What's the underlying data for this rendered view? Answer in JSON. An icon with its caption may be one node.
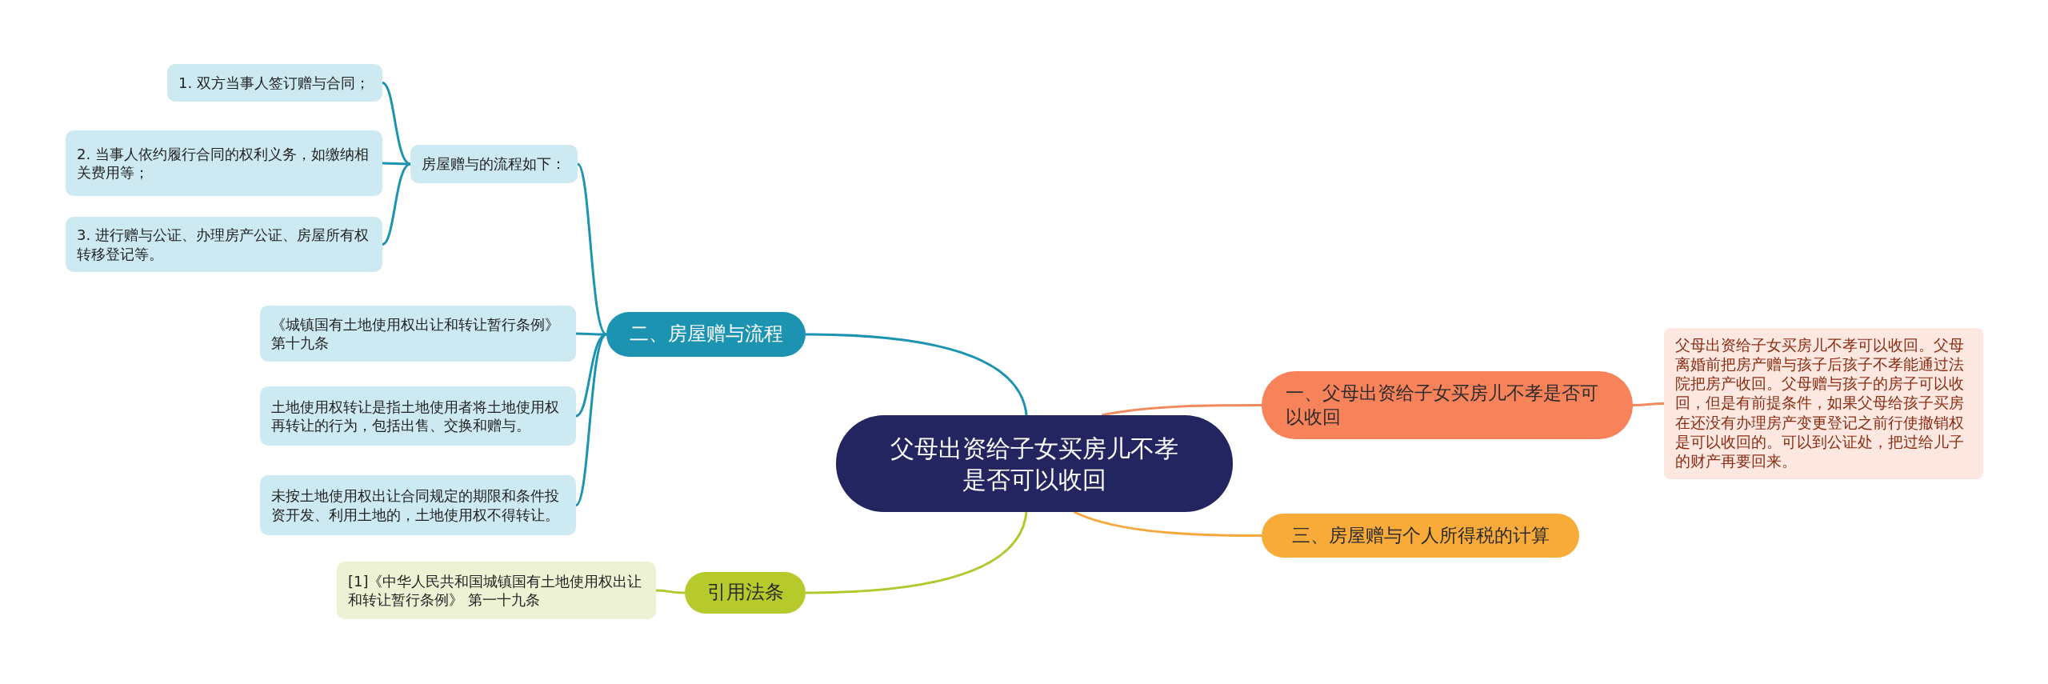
{
  "diagram": {
    "nodes": [
      {
        "text": [
          "父母出资给子女买房儿不孝是否可以收回"
        ]
      },
      {
        "text": [
          "一、父母出资给子女买房儿不孝是否可以收回"
        ]
      },
      {
        "text": [
          "父母出资给子女买房儿不孝可以收回。父母离婚前把房产赠与孩子后孩子不孝能通过法院把房产收回。父母赠与孩子的房子可以收回，但是有前提条件，如果父母给孩子买房在还没有办理房产变更登记之前行使撤销权是可以收回的。可以到公证处，把过给儿子的财产再要回来。"
        ]
      },
      {
        "text": [
          "三、房屋赠与个人所得税的计算"
        ]
      },
      {
        "text": [
          "二、房屋赠与流程"
        ]
      },
      {
        "text": [
          "房屋赠与的流程如下："
        ]
      },
      {
        "text": [
          "1. 双方当事人签订赠与合同；"
        ]
      },
      {
        "text": [
          "2. 当事人依约履行合同的权利义务，如缴纳相关费用等；"
        ]
      },
      {
        "text": [
          "3. 进行赠与公证、办理房产公证、房屋所有权转移登记等。"
        ]
      },
      {
        "text": [
          "《城镇国有土地使用权出让和转让暂行条例》第十九条"
        ]
      },
      {
        "text": [
          "土地使用权转让是指土地使用者将土地使用权再转让的行为，包括出售、交换和赠与。"
        ]
      },
      {
        "text": [
          "未按土地使用权出让合同规定的期限和条件投资开发、利用土地的，土地使用权不得转让。"
        ]
      },
      {
        "text": [
          "引用法条"
        ]
      },
      {
        "text": [
          "[1]《中华人民共和国城镇国有土地使用权出让和转让暂行条例》 第一十九条"
        ]
      }
    ],
    "edges": [
      {
        "from": 0,
        "to": 1,
        "arrow": "none",
        "color": "#f28a5e"
      },
      {
        "from": 1,
        "to": 2,
        "arrow": "none",
        "color": "#f28a5e"
      },
      {
        "from": 0,
        "to": 3,
        "arrow": "none",
        "color": "#f6a83c"
      },
      {
        "from": 0,
        "to": 4,
        "arrow": "none"
      },
      {
        "from": 4,
        "to": 5,
        "arrow": "none"
      },
      {
        "from": 5,
        "to": 6,
        "arrow": "none"
      },
      {
        "from": 5,
        "to": 7,
        "arrow": "none"
      },
      {
        "from": 5,
        "to": 8,
        "arrow": "none"
      },
      {
        "from": 4,
        "to": 9,
        "arrow": "none"
      },
      {
        "from": 4,
        "to": 10,
        "arrow": "none"
      },
      {
        "from": 4,
        "to": 11,
        "arrow": "none"
      },
      {
        "from": 0,
        "to": 12,
        "arrow": "none",
        "color": "#b3c72e"
      },
      {
        "from": 12,
        "to": 13,
        "arrow": "none",
        "color": "#b3c72e"
      }
    ]
  }
}
